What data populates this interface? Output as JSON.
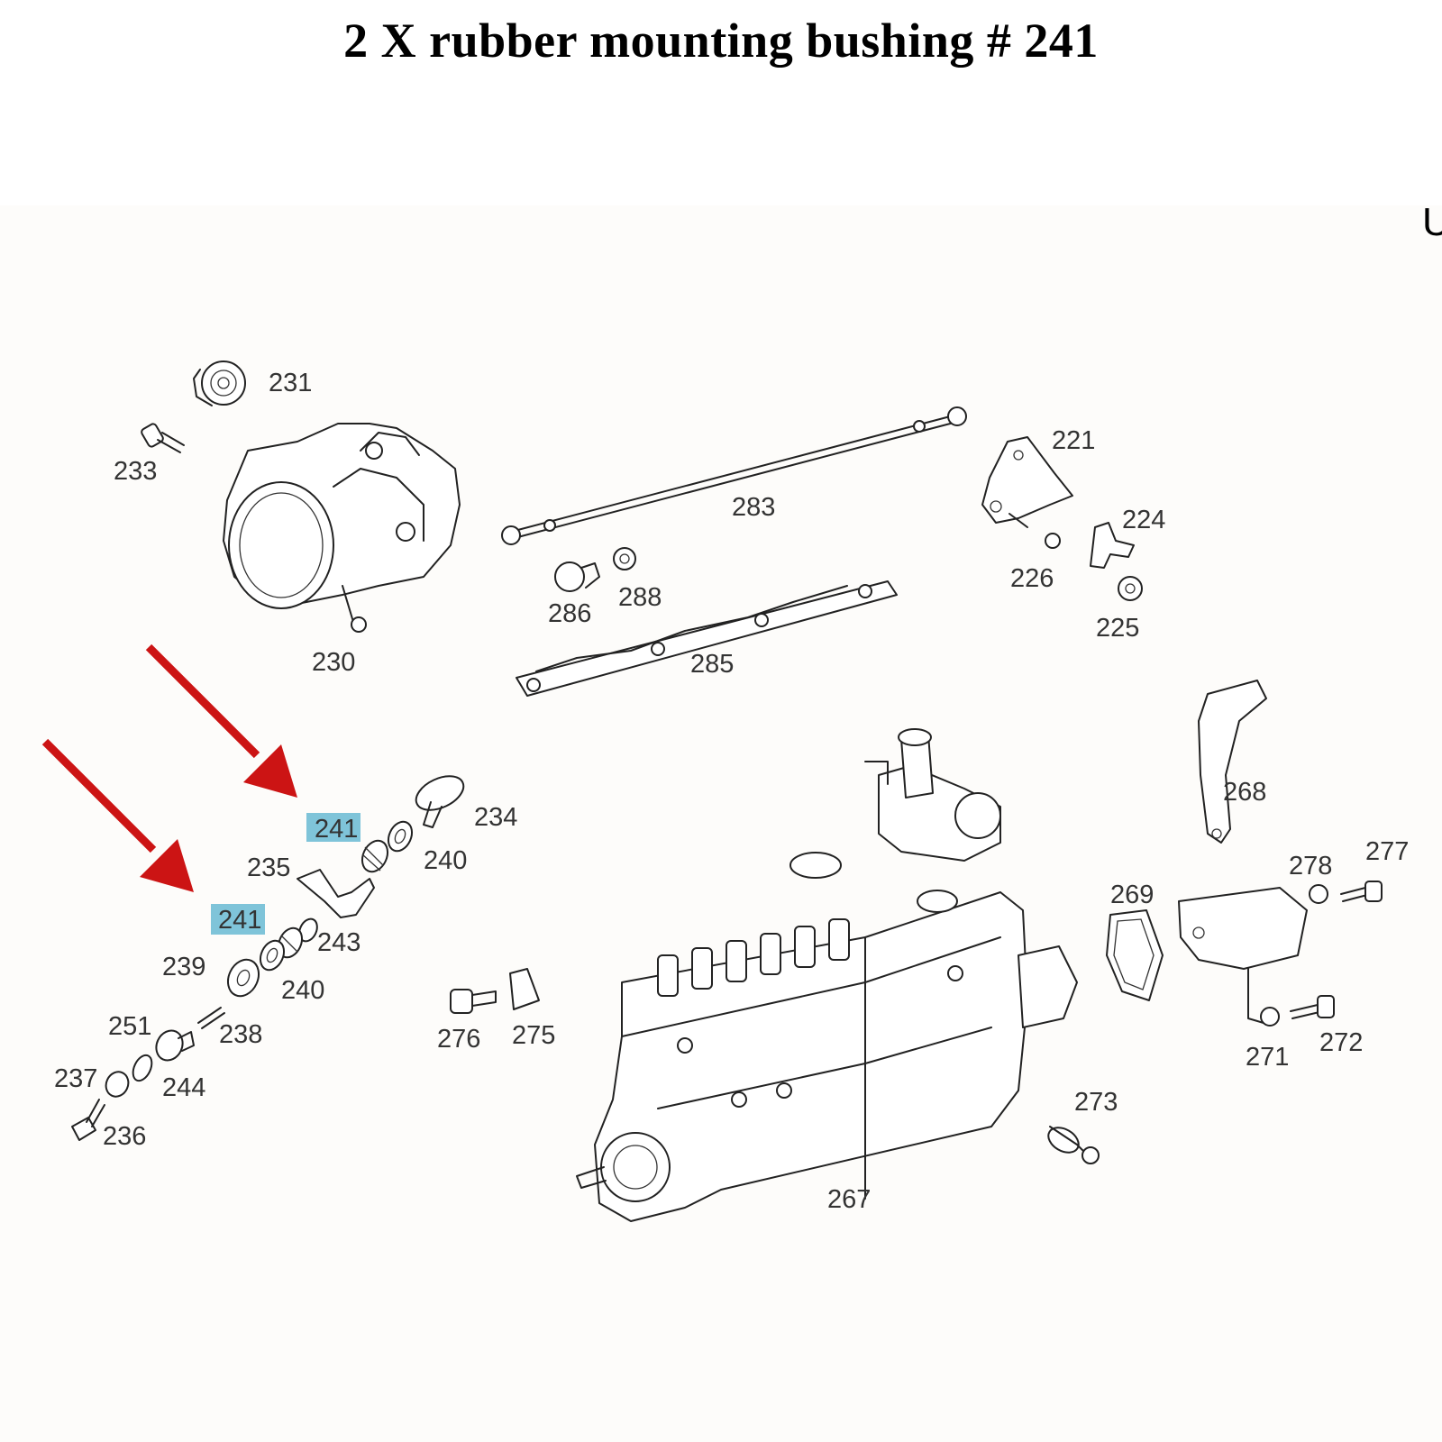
{
  "title": "2 X rubber mounting bushing # 241",
  "edge_fragment": "U",
  "highlight": {
    "part_number": "241",
    "color": "#7fc4d9",
    "arrow_color": "#cc1414"
  },
  "callouts": {
    "p221": "221",
    "p224": "224",
    "p225": "225",
    "p226": "226",
    "p230": "230",
    "p231": "231",
    "p233": "233",
    "p234": "234",
    "p235": "235",
    "p236": "236",
    "p237": "237",
    "p238": "238",
    "p239": "239",
    "p240a": "240",
    "p240b": "240",
    "p241a": "241",
    "p241b": "241",
    "p243": "243",
    "p244": "244",
    "p251": "251",
    "p267": "267",
    "p268": "268",
    "p269": "269",
    "p271": "271",
    "p272": "272",
    "p273": "273",
    "p275": "275",
    "p276": "276",
    "p277": "277",
    "p278": "278",
    "p283": "283",
    "p285": "285",
    "p286": "286",
    "p288": "288"
  }
}
